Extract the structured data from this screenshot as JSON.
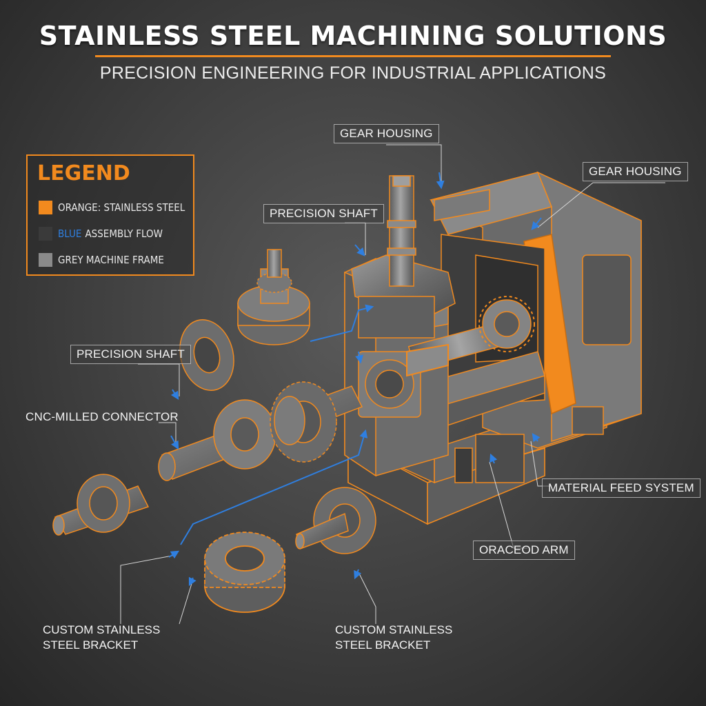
{
  "header": {
    "title": "STAINLESS STEEL MACHINING SOLUTIONS",
    "subtitle": "PRECISION ENGINEERING FOR INDUSTRIAL APPLICATIONS"
  },
  "legend": {
    "title": "LEGEND",
    "items": [
      {
        "label": "ORANGE: STAINLESS STEEL",
        "color": "#f28a1e"
      },
      {
        "label_accent": "BLUE",
        "label": "ASSEMBLY FLOW",
        "color": "#2f7fe0"
      },
      {
        "label": "GREY MACHINE FRAME",
        "color": "#8a8a8a"
      }
    ]
  },
  "callouts": {
    "gear_housing_top": "GEAR HOUSING",
    "gear_housing_right": "GEAR HOUSING",
    "precision_shaft_top": "PRECISION SHAFT",
    "precision_shaft_left": "PRECISION SHAFT",
    "cnc_connector": "CNC-MILLED CONNECTOR",
    "material_feed": "MATERIAL FEED SYSTEM",
    "orcecod_arm": "ORACEOD ARM",
    "bracket_left_line1": "CUSTOM STAINLESS",
    "bracket_left_line2": "STEEL BRACKET",
    "bracket_right_line1": "CUSTOM STAINLESS",
    "bracket_right_line2": "STEEL BRACKET"
  },
  "colors": {
    "accent_orange": "#f28a1e",
    "flow_blue": "#2f7fe0",
    "frame_grey": "#7d7d7d",
    "frame_dark": "#4a4a4a"
  },
  "icons": [
    "arrow-icon",
    "gear-icon",
    "shaft-icon",
    "machine-icon"
  ]
}
